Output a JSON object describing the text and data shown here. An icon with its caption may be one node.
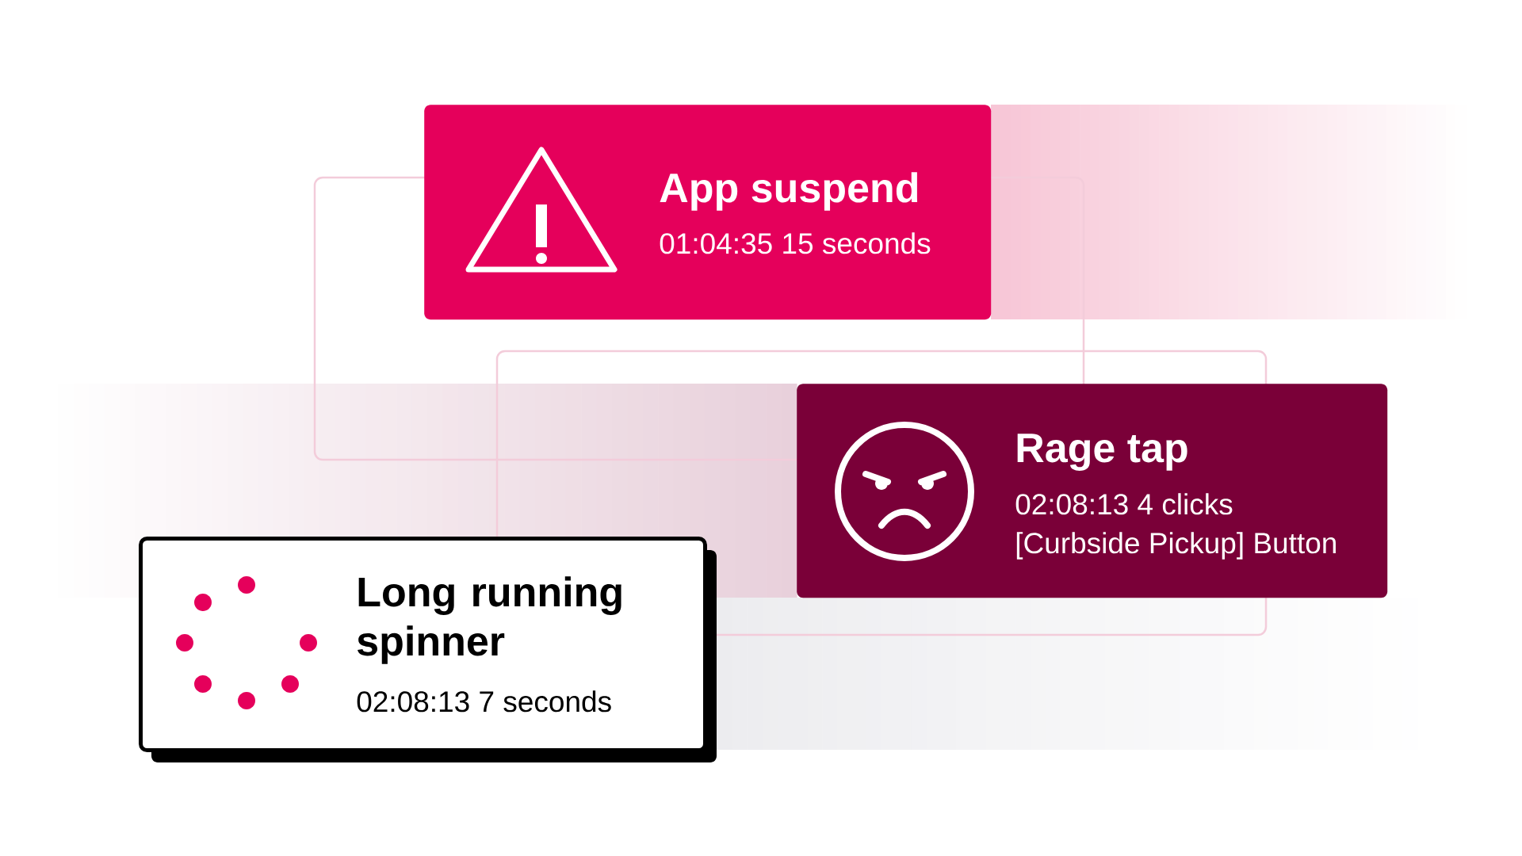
{
  "diagram": {
    "nodes": [
      {
        "text": [
          "App suspend",
          "01:04:35 15 seconds"
        ]
      },
      {
        "text": [
          "Rage tap",
          "02:08:13 4 clicks",
          "[Curbside Pickup] Button"
        ]
      },
      {
        "text": [
          "Long running spinner",
          "02:08:13 7 seconds"
        ]
      }
    ]
  }
}
